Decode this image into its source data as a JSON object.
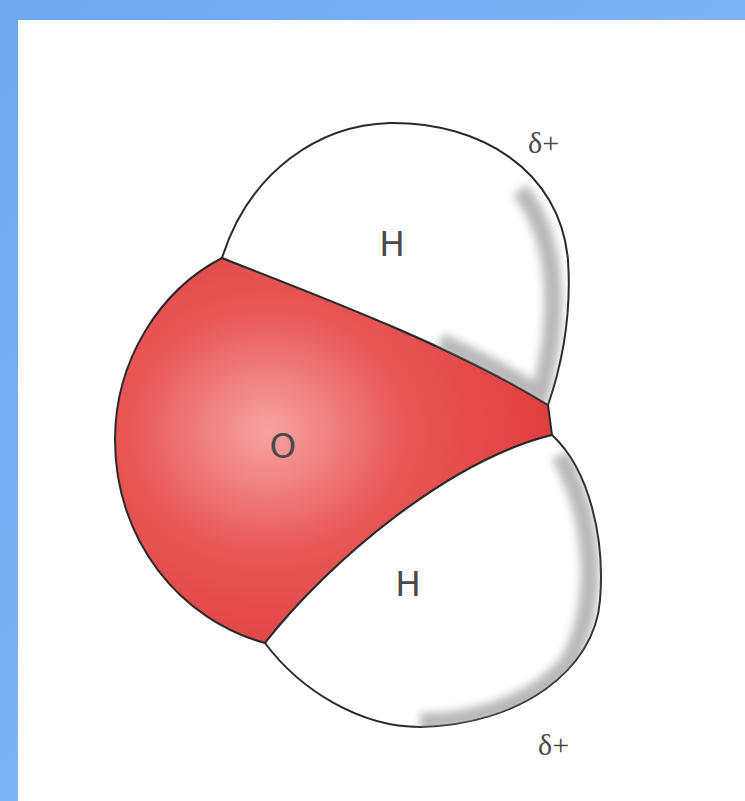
{
  "diagram": {
    "nodes": [
      {
        "text": [
          "H"
        ]
      },
      {
        "text": [
          "O"
        ]
      },
      {
        "text": [
          "H"
        ]
      }
    ],
    "labels": [
      "δ+",
      "δ+"
    ]
  }
}
